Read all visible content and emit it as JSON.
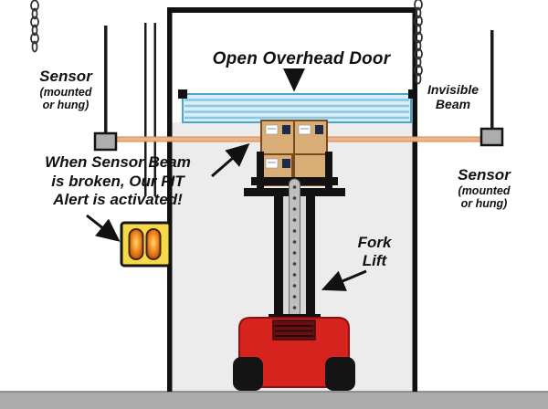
{
  "labels": {
    "open_overhead_door": "Open Overhead Door",
    "invisible_beam_line1": "Invisible",
    "invisible_beam_line2": "Beam",
    "sensor_left": {
      "title": "Sensor",
      "sub_line1": "(mounted",
      "sub_line2": "or hung)"
    },
    "sensor_right": {
      "title": "Sensor",
      "sub_line1": "(mounted",
      "sub_line2": "or hung)"
    },
    "alert_note": {
      "line1": "When Sensor Beam",
      "line2": "is broken, Our FIT",
      "line3": "Alert is activated!"
    },
    "forklift": {
      "line1": "Fork",
      "line2": "Lift"
    }
  },
  "colors": {
    "outline_black": "#111111",
    "beam_orange": "#f0b289",
    "door_fill_blue": "#d9eef7",
    "door_stripe_blue": "#86c8e0",
    "alert_box_yellow": "#f4da4a",
    "alert_light_orange": "#f2901f",
    "forklift_red": "#d7231e",
    "cardboard_tan": "#d9ae76",
    "floor_gray": "#ababab",
    "sensor_gray": "#adadad"
  }
}
